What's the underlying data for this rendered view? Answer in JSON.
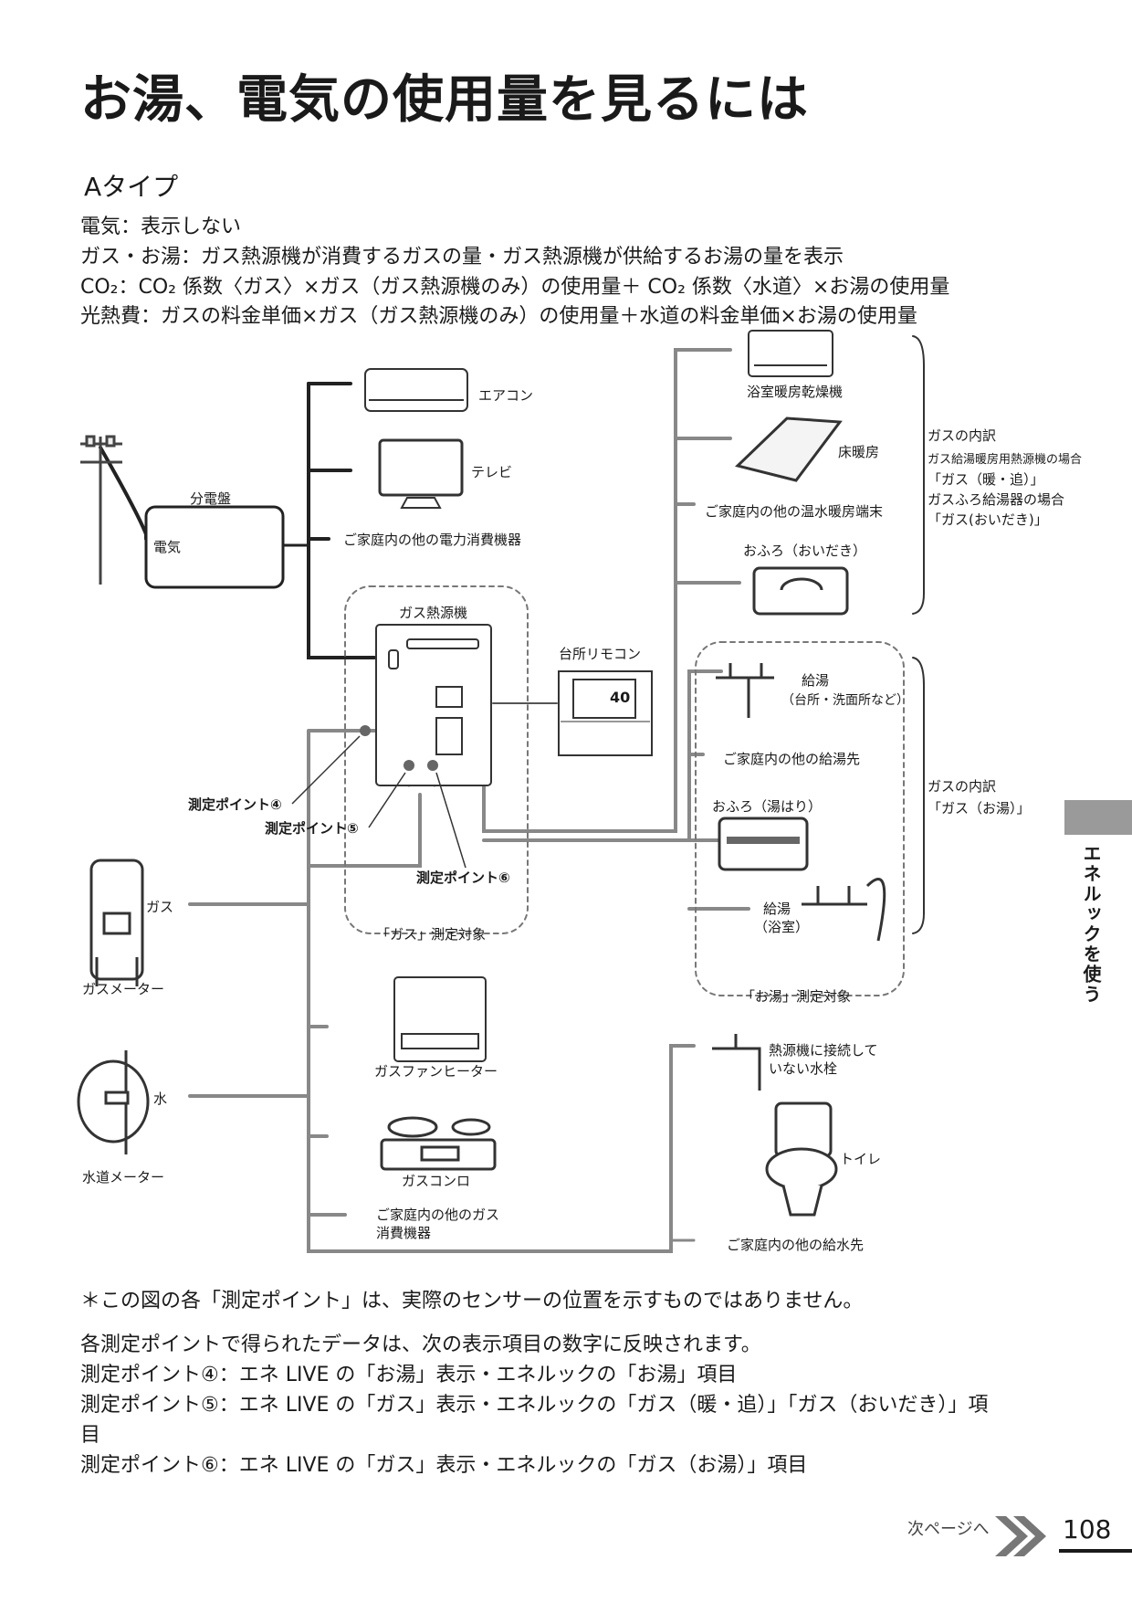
{
  "title": "お湯、電気の使用量を見るには",
  "subtitle": "Aタイプ",
  "descriptions": [
    "電気：表示しない",
    "ガス・お湯：ガス熱源機が消費するガスの量・ガス熱源機が供給するお湯の量を表示",
    "CO₂：CO₂ 係数〈ガス〉×ガス（ガス熱源機のみ）の使用量＋ CO₂ 係数〈水道〉×お湯の使用量",
    "光熱費：ガスの料金単価×ガス（ガス熱源機のみ）の使用量＋水道の料金単価×お湯の使用量"
  ],
  "diagram": {
    "bunden": "分電盤",
    "denki": "電気",
    "aircon": "エアコン",
    "tv": "テレビ",
    "other_power": "ご家庭内の他の電力消費機器",
    "gas_heater_unit": "ガス熱源機",
    "remote": "台所リモコン",
    "remote_display": "40",
    "bath_dryer": "浴室暖房乾燥機",
    "floor_heating": "床暖房",
    "other_hot_water_heating": "ご家庭内の他の温水暖房端末",
    "bath_reheat": "おふろ（おいだき）",
    "gas_breakdown_label": "ガスの内訳",
    "gas_breakdown_case1": "ガス給湯暖房用熱源機の場合",
    "gas_breakdown_case1_val": "「ガス（暖・追）」",
    "gas_breakdown_case2": "ガスふろ給湯器の場合",
    "gas_breakdown_case2_val": "「ガス(おいだき)」",
    "kyuto": "給湯",
    "kyuto_sub": "（台所・洗面所など）",
    "other_kyuto": "ご家庭内の他の給湯先",
    "bath_fill": "おふろ（湯はり）",
    "kyuto2": "給湯",
    "kyuto2_sub": "（浴室）",
    "gas_breakdown2_label": "ガスの内訳",
    "gas_breakdown2_val": "「ガス（お湯）」",
    "oyu_target": "「お湯」測定対象",
    "gas_target": "「ガス」測定対象",
    "point4": "測定ポイント④",
    "point5": "測定ポイント⑤",
    "point6": "測定ポイント⑥",
    "gas": "ガス",
    "gas_meter": "ガスメーター",
    "water": "水",
    "water_meter": "水道メーター",
    "gas_fan_heater": "ガスファンヒーター",
    "gas_stove": "ガスコンロ",
    "other_gas": "ご家庭内の他のガス\n消費機器",
    "faucet_not_connected": "熱源機に接続して\nいない水栓",
    "toilet": "トイレ",
    "other_water": "ご家庭内の他の給水先"
  },
  "notes": {
    "note": "＊この図の各「測定ポイント」は、実際のセンサーの位置を示すものではありません。",
    "intro": "各測定ポイントで得られたデータは、次の表示項目の数字に反映されます。",
    "p4": "測定ポイント④：エネ LIVE の「お湯」表示・エネルックの「お湯」項目",
    "p5": "測定ポイント⑤：エネ LIVE の「ガス」表示・エネルックの「ガス（暖・追）」「ガス（おいだき）」項",
    "p5b": "目",
    "p6": "測定ポイント⑥：エネ LIVE の「ガス」表示・エネルックの「ガス（お湯）」項目"
  },
  "side_tab": "エネルックを使う",
  "next_page": "次ページへ",
  "page_number": "108"
}
